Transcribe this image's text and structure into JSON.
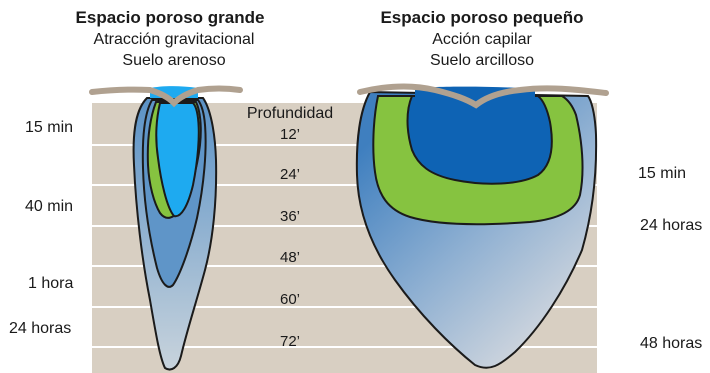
{
  "left_panel": {
    "title": "Espacio poroso grande",
    "line1": "Atracción gravitacional",
    "line2": "Suelo arenoso",
    "time_labels": [
      "15 min",
      "40 min",
      "1 hora",
      "24 horas"
    ]
  },
  "right_panel": {
    "title": "Espacio poroso pequeño",
    "line1": "Acción capilar",
    "line2": "Suelo arcilloso",
    "time_labels": [
      "15 min",
      "24 horas",
      "48 horas"
    ]
  },
  "depth_axis": {
    "title": "Profundidad",
    "ticks": [
      "12’",
      "24’",
      "36’",
      "48’",
      "60’",
      "72’"
    ]
  },
  "colors": {
    "soil": "#d8cfc2",
    "surface_line": "#b0a190",
    "gridline": "#ffffff",
    "water_light_blue": "#1eaaf0",
    "water_dark_blue": "#0e63b4",
    "water_green": "#86c340",
    "water_diffuse": "#6a9bc7",
    "outline": "#1b1b1b"
  }
}
